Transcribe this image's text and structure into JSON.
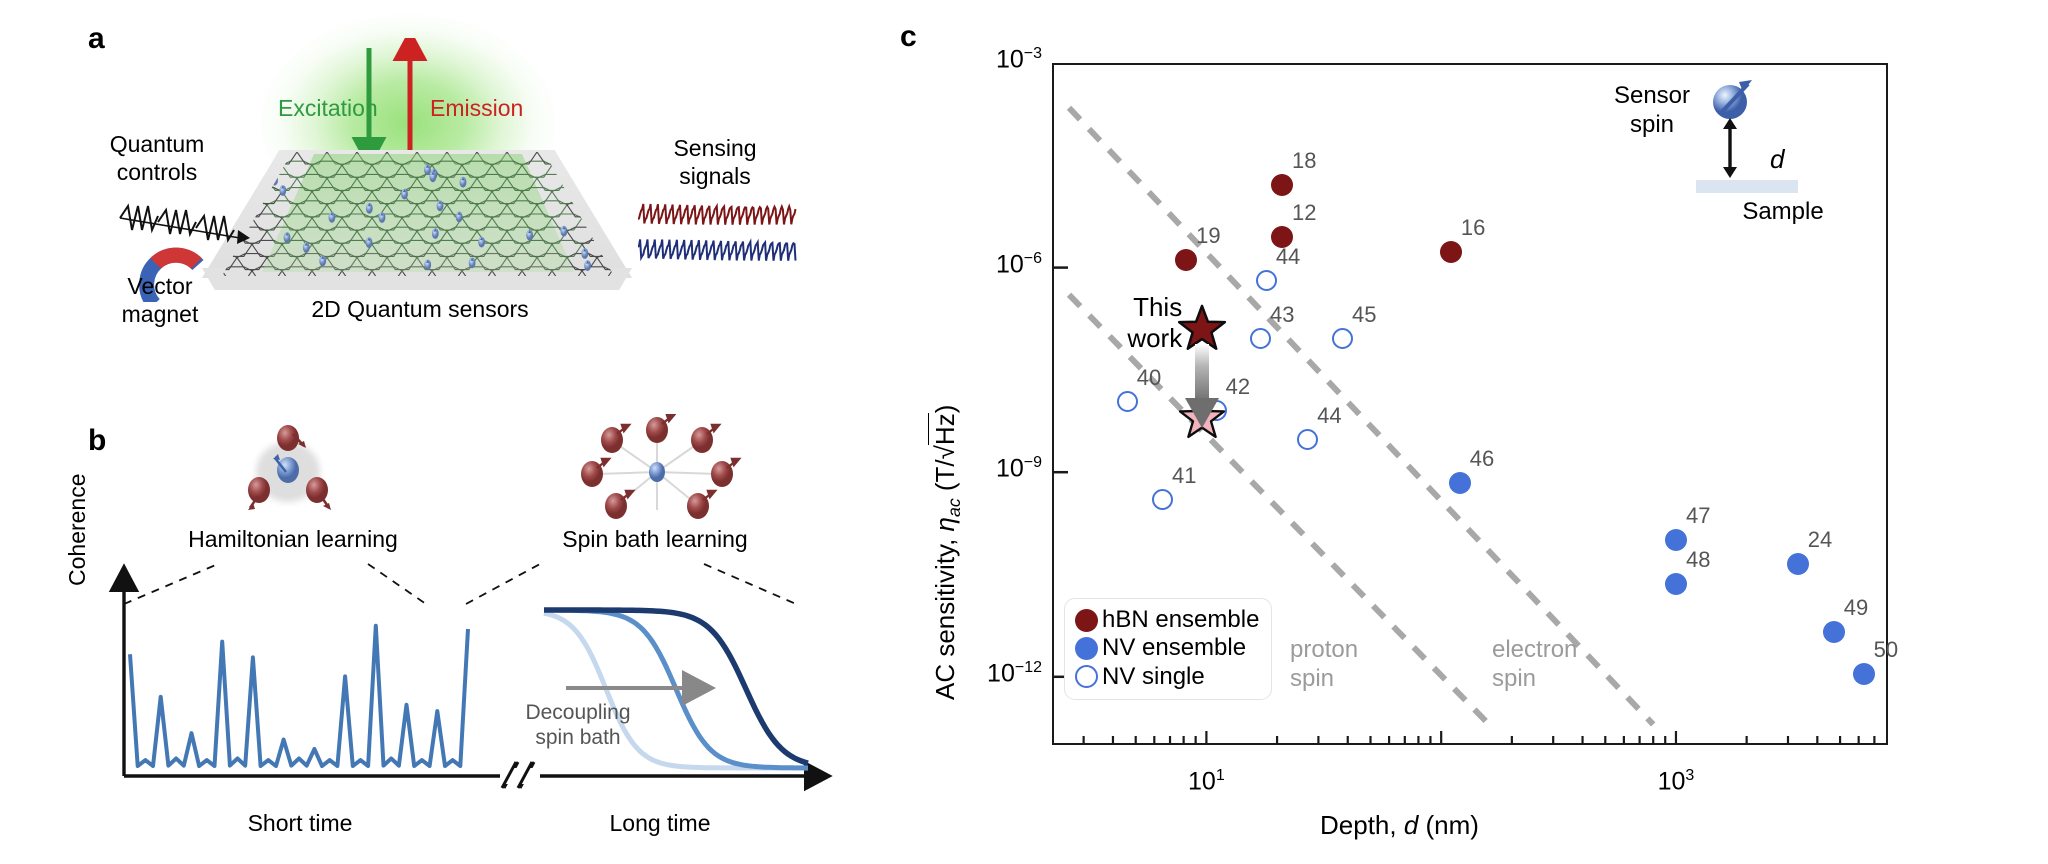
{
  "panels": {
    "a": {
      "letter": "a",
      "excitation": "Excitation",
      "emission": "Emission",
      "quantum_controls": "Quantum\ncontrols",
      "vector_magnet": "Vector\nmagnet",
      "sensing_signals": "Sensing\nsignals",
      "caption": "2D Quantum sensors"
    },
    "b": {
      "letter": "b",
      "left_title": "Hamiltonian learning",
      "right_title": "Spin bath learning",
      "y_axis": "Coherence",
      "x_axis_left": "Short time",
      "x_axis_right": "Long time",
      "annotation": "Decoupling\nspin bath"
    },
    "c": {
      "letter": "c",
      "inset": {
        "sensor_spin": "Sensor\nspin",
        "distance": "d",
        "sample": "Sample"
      },
      "this_work": "This\nwork",
      "guides": [
        {
          "label": "proton\nspin"
        },
        {
          "label": "electron\nspin"
        }
      ]
    }
  },
  "chart_data": {
    "type": "scatter",
    "title": "",
    "xlabel": "Depth, d (nm)",
    "ylabel": "AC sensitivity, ηac (T/√Hz)",
    "xscale": "log",
    "yscale": "log",
    "xlim": [
      2.2,
      8000
    ],
    "ylim": [
      1e-13,
      0.001
    ],
    "xticks": [
      10,
      1000
    ],
    "xticklabels": [
      "10¹",
      "10³"
    ],
    "yticks": [
      0.001,
      1e-06,
      1e-09,
      1e-12
    ],
    "yticklabels": [
      "10⁻³",
      "10⁻⁶",
      "10⁻⁹",
      "10⁻¹²"
    ],
    "grid": false,
    "legend_position": "lower-left",
    "legend": [
      {
        "label": "hBN ensemble",
        "marker": "filled-circle",
        "color": "#7d1416"
      },
      {
        "label": "NV ensemble",
        "marker": "filled-circle",
        "color": "#4472d8"
      },
      {
        "label": "NV single",
        "marker": "open-circle",
        "color": "#4472d8"
      }
    ],
    "series": [
      {
        "name": "hBN ensemble",
        "marker": "filled-circle",
        "color": "#7d1416",
        "points": [
          {
            "label": "18",
            "x": 21,
            "y": 1.6e-05
          },
          {
            "label": "12",
            "x": 21,
            "y": 2.8e-06
          },
          {
            "label": "16",
            "x": 110,
            "y": 1.7e-06
          },
          {
            "label": "19",
            "x": 8.2,
            "y": 1.3e-06
          }
        ]
      },
      {
        "name": "NV ensemble",
        "marker": "filled-circle",
        "color": "#4472d8",
        "points": [
          {
            "label": "46",
            "x": 120,
            "y": 7e-10
          },
          {
            "label": "47",
            "x": 1000,
            "y": 1e-10
          },
          {
            "label": "48",
            "x": 1000,
            "y": 2.3e-11
          },
          {
            "label": "24",
            "x": 3300,
            "y": 4.5e-11
          },
          {
            "label": "49",
            "x": 4700,
            "y": 4.5e-12
          },
          {
            "label": "50",
            "x": 6300,
            "y": 1.1e-12
          }
        ]
      },
      {
        "name": "NV single",
        "marker": "open-circle",
        "color": "#4472d8",
        "points": [
          {
            "label": "44",
            "x": 18,
            "y": 6.5e-07
          },
          {
            "label": "43",
            "x": 17,
            "y": 9e-08
          },
          {
            "label": "45",
            "x": 38,
            "y": 9e-08
          },
          {
            "label": "40",
            "x": 4.6,
            "y": 1.1e-08
          },
          {
            "label": "42",
            "x": 11,
            "y": 8e-09
          },
          {
            "label": "44",
            "x": 27,
            "y": 3e-09
          },
          {
            "label": "41",
            "x": 6.5,
            "y": 4e-10
          }
        ]
      },
      {
        "name": "This work",
        "marker": "star",
        "points": [
          {
            "label": "This work (projected)",
            "x": 9.6,
            "y": 1.3e-07,
            "color": "#7d1416"
          },
          {
            "label": "This work (measured)",
            "x": 9.6,
            "y": 6.5e-09,
            "color": "#f3b3bd"
          }
        ]
      }
    ],
    "guide_lines": [
      {
        "name": "proton spin",
        "style": "dashed",
        "color": "#a8a8a8",
        "from": {
          "x": 2.6,
          "y": 0.00022
        },
        "to": {
          "x": 800,
          "y": 2e-13
        }
      },
      {
        "name": "electron spin",
        "style": "dashed",
        "color": "#a8a8a8",
        "from": {
          "x": 2.6,
          "y": 4e-07
        },
        "to": {
          "x": 160,
          "y": 2e-13
        }
      }
    ]
  }
}
